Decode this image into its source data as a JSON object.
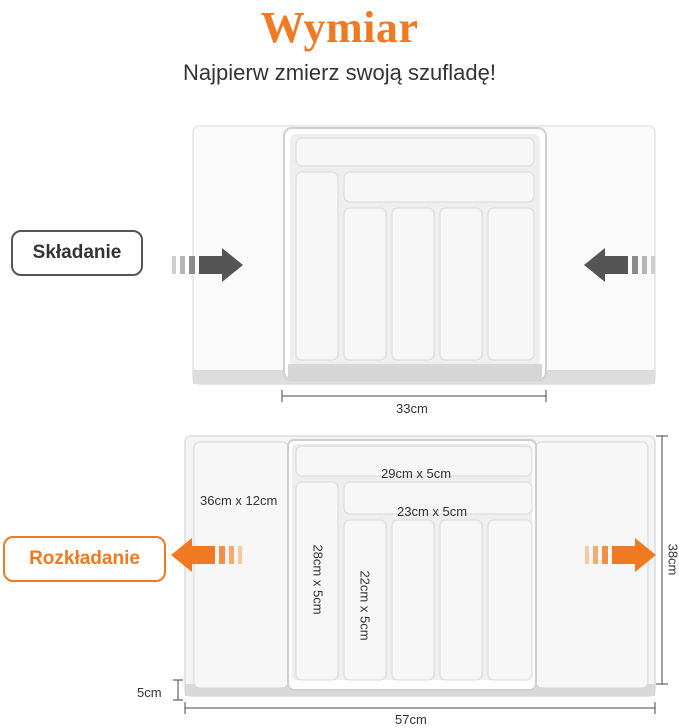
{
  "header": {
    "title": "Wymiar",
    "subtitle": "Najpierw zmierz swoją szufladę!"
  },
  "folded": {
    "label": "Składanie",
    "width_label": "33cm"
  },
  "unfolded": {
    "label": "Rozkładanie",
    "compartments": {
      "side": "36cm x 12cm",
      "top": "29cm x 5cm",
      "middle": "23cm x 5cm",
      "long_left": "28cm x 5cm",
      "short": "22cm x 5cm"
    },
    "height_label": "38cm",
    "depth_label": "5cm",
    "width_label": "57cm"
  },
  "colors": {
    "accent": "#f07a22",
    "arrow_gray": "#555555",
    "tray": "#f2f2f2"
  }
}
